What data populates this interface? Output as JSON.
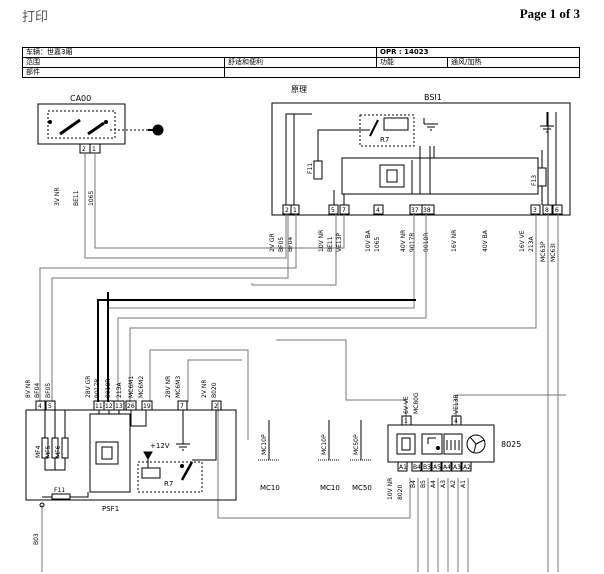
{
  "page": {
    "print_label": "打印",
    "page_indicator": "Page 1 of 3"
  },
  "info_table": {
    "vehicle": "车辆：世嘉3厢",
    "opr": "OPR : 14023",
    "scope": "范围",
    "comfort": "舒适和便利",
    "function": "功能",
    "ventilation": "通风/加热",
    "parts": "部件"
  },
  "diagram": {
    "schematic_title": "原理",
    "components": {
      "ca00": "CA00",
      "bsi1": "BSI1",
      "psf1": "PSF1",
      "c8025": "8025",
      "r7_bsi": "R7",
      "r7_psf": "R7",
      "f11_bsi": "F11",
      "f13": "F13",
      "f11_psf": "F11",
      "mf4": "MF4",
      "mf5": "MF5",
      "mf6": "MF6",
      "plus12v": "+12V"
    },
    "grounds": [
      "MC10",
      "MC10",
      "MC50"
    ],
    "ca00_labels": [
      {
        "pin": "2",
        "text": "3V NR"
      },
      {
        "pin": "1",
        "text": "BE11"
      },
      {
        "pin": "",
        "text": "1065"
      }
    ],
    "bsi_pins": [
      "2",
      "1",
      "5",
      "7",
      "4",
      "37",
      "38",
      "3",
      "8",
      "6"
    ],
    "bsi_labels": [
      "2V GR",
      "BF05",
      "BF04",
      "10V NR",
      "BE11",
      "VE13P",
      "10V BA",
      "1065",
      "40V NR",
      "9017R",
      "9018R",
      "16V NR",
      "40V BA",
      "16V VE",
      "213A",
      "MC63P",
      "MC63I"
    ],
    "psf_pins": [
      "4",
      "5",
      "11",
      "12",
      "13",
      "26",
      "19",
      "7",
      "2"
    ],
    "psf_labels": [
      "8V NR",
      "BF04",
      "BF05",
      "28V GR",
      "9017R",
      "9018R",
      "213A",
      "MC6M1",
      "MC6M2",
      "28V NR",
      "MC6M3",
      "2V NR",
      "B020"
    ],
    "c8025_top_pins": [
      "1",
      "4"
    ],
    "c8025_top_labels": [
      "6V VE",
      "MC80G",
      "VE13B"
    ],
    "c8025_bottom_pins": [
      "A1",
      "B4",
      "B3",
      "A5",
      "A4",
      "A3",
      "A2"
    ],
    "c8025_bottom_labels": [
      "10V NR",
      "8020",
      "B4",
      "B5",
      "A4",
      "A3",
      "A2",
      "A1"
    ],
    "ground_wires": [
      "MC10P",
      "MC10P",
      "MC50P"
    ],
    "b03_label": "B03"
  }
}
